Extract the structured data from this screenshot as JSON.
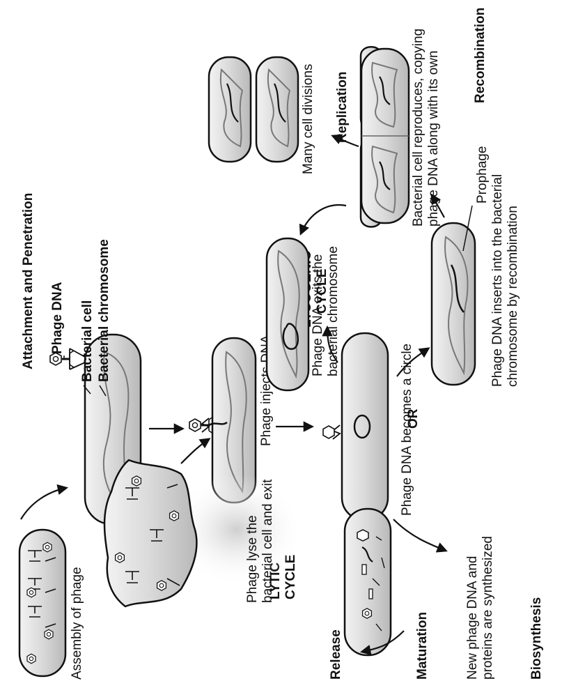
{
  "diagram": {
    "stages": {
      "attachment": "Attachment and Penetration",
      "replication": "Replication",
      "recombination": "Recombination",
      "biosynthesis": "Biosynthesis",
      "maturation": "Maturation",
      "release": "Release"
    },
    "labels": {
      "phage_dna": "Phage DNA",
      "bacterial_cell": "Bacterial cell",
      "bacterial_chromosome": "Bacterial chromosome",
      "prophage": "Prophage"
    },
    "cycles": {
      "lytic_1": "LYTIC",
      "lytic_2": "CYCLE",
      "lysogenic_1": "LYSOGENIC",
      "lysogenic_2": "CYCLE",
      "or": "OR"
    },
    "captions": {
      "phage_injects": "Phage injects DNA",
      "becomes_circle": "Phage DNA becomes a circle",
      "exits_1": "Phage DNA exits the",
      "exits_2": "bacterial chromosome",
      "lyse_1": "Phage lyse the",
      "lyse_2": "bacterial cell and exit",
      "assembly": "Assembly of phage",
      "synth_1": "New phage DNA and",
      "synth_2": "proteins are synthesized",
      "inserts_1": "Phage DNA inserts into the bacterial",
      "inserts_2": "chromosome by recombination",
      "reproduces_1": "Bacterial cell reproduces, copying",
      "reproduces_2": "phage DNA along with its own",
      "divisions": "Many cell divisions"
    }
  }
}
